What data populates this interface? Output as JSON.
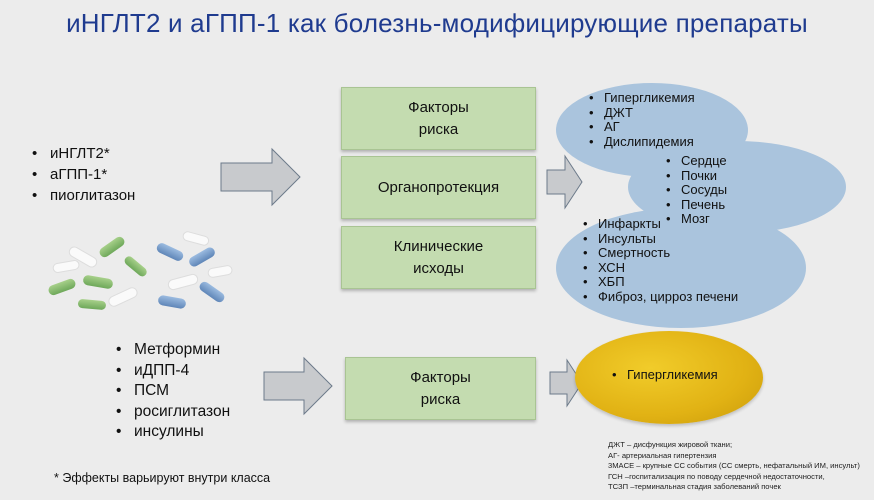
{
  "title": "иНГЛТ2 и аГПП-1 как болезнь-модифицирующие препараты",
  "drugs_top": [
    "иНГЛТ2*",
    "аГПП-1*",
    "пиоглитазон"
  ],
  "drugs_bottom": [
    "Метформин",
    "иДПП-4",
    "ПСМ",
    "росиглитазон",
    "инсулины"
  ],
  "boxes": {
    "risk": "Факторы\nриска",
    "organ": "Органопротекция",
    "outcomes": "Клинические\nисходы",
    "risk_2": "Факторы\nриска"
  },
  "ellipses": {
    "risk_list": [
      "Гипергликемия",
      "ДЖТ",
      "АГ",
      "Дислипидемия"
    ],
    "organ_list": [
      "Сердце",
      "Почки",
      "Сосуды",
      "Печень",
      "Мозг"
    ],
    "outcome_list": [
      "Инфаркты",
      "Инсульты",
      "Смертность",
      "ХСН",
      "ХБП",
      "Фиброз, цирроз печени"
    ],
    "bottom_list": [
      "Гипергликемия"
    ]
  },
  "footnote": "* Эффекты варьируют внутри класса",
  "abbreviations": [
    "ДЖТ – дисфункция жировой ткани;",
    "АГ- артериальная гипертензия",
    "3MACE – крупные СС события (СС смерть, нефатальный ИМ, инсульт)",
    "ГСН –госпитализация по поводу сердечной недостаточности,",
    "ТСЗП –терминальная стадия заболеваний почек"
  ],
  "colors": {
    "title": "#1f3b8f",
    "box_fill": "#c4dcb0",
    "ellipse_blue": "#aac4dd",
    "ellipse_gold": "#e1b214",
    "arrow_fill": "#c8cacd"
  }
}
